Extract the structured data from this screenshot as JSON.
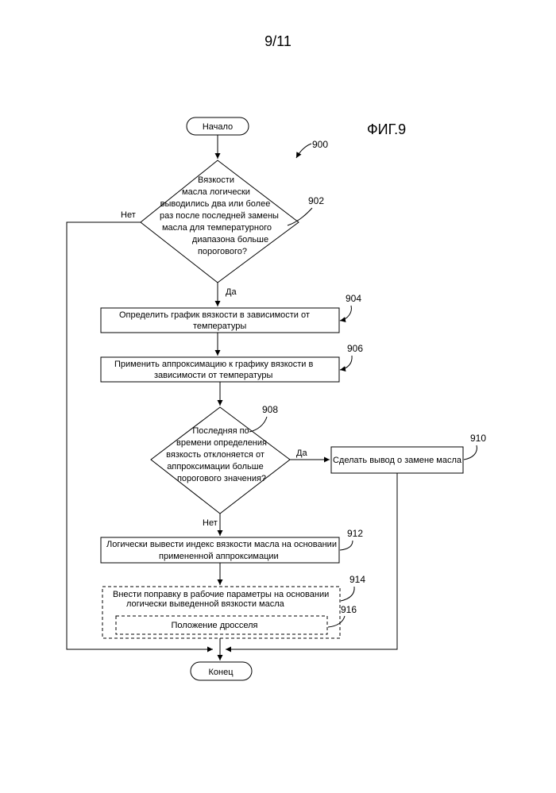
{
  "page": {
    "number": "9/11"
  },
  "figure": {
    "label": "ФИГ.9",
    "ref": "900"
  },
  "nodes": {
    "start": {
      "text": "Начало"
    },
    "d902": {
      "ref": "902",
      "lines": [
        "Вязкости",
        "масла логически",
        "выводились два или более",
        "раз после последней замены",
        "масла для температурного",
        "диапазона больше",
        "порогового?"
      ]
    },
    "b904": {
      "ref": "904",
      "lines": [
        "Определить график вязкости в зависимости от",
        "температуры"
      ]
    },
    "b906": {
      "ref": "906",
      "lines": [
        "Применить аппроксимацию к графику вязкости в",
        "зависимости от температуры"
      ]
    },
    "d908": {
      "ref": "908",
      "lines": [
        "Последняя по",
        "времени определения",
        "вязкость отклоняется от",
        "аппроксимации больше",
        "порогового значения?"
      ]
    },
    "b910": {
      "ref": "910",
      "text": "Сделать вывод о замене масла"
    },
    "b912": {
      "ref": "912",
      "lines": [
        "Логически вывести индекс вязкости масла на основании",
        "примененной аппроксимации"
      ]
    },
    "b914": {
      "ref": "914",
      "lines": [
        "Внести поправку в рабочие параметры на основании",
        "логически выведенной вязкости масла"
      ]
    },
    "b916": {
      "ref": "916",
      "text": "Положение дросселя"
    },
    "end": {
      "text": "Конец"
    }
  },
  "edges": {
    "no_902": "Нет",
    "yes_902": "Да",
    "yes_908": "Да",
    "no_908": "Нет"
  }
}
